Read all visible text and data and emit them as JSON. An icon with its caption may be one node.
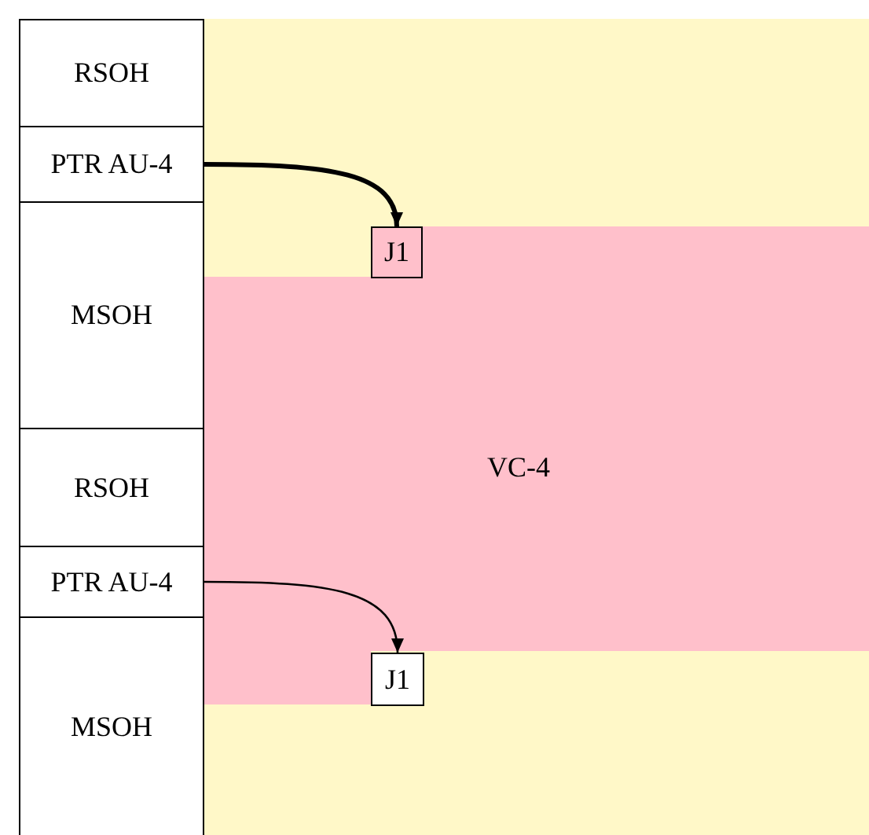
{
  "diagram": {
    "nodes": [
      {
        "text": [
          "RSOH"
        ]
      },
      {
        "text": [
          "PTR AU-4"
        ]
      },
      {
        "text": [
          "J1"
        ]
      },
      {
        "text": [
          "MSOH"
        ]
      },
      {
        "text": [
          "VC-4"
        ]
      },
      {
        "text": [
          "RSOH"
        ]
      },
      {
        "text": [
          "PTR AU-4"
        ]
      },
      {
        "text": [
          "J1"
        ]
      },
      {
        "text": [
          "MSOH"
        ]
      }
    ],
    "edges": [
      {
        "from": 1,
        "to": 2,
        "arrow": "to",
        "style": "thick"
      },
      {
        "from": 6,
        "to": 7,
        "arrow": "to"
      }
    ]
  }
}
